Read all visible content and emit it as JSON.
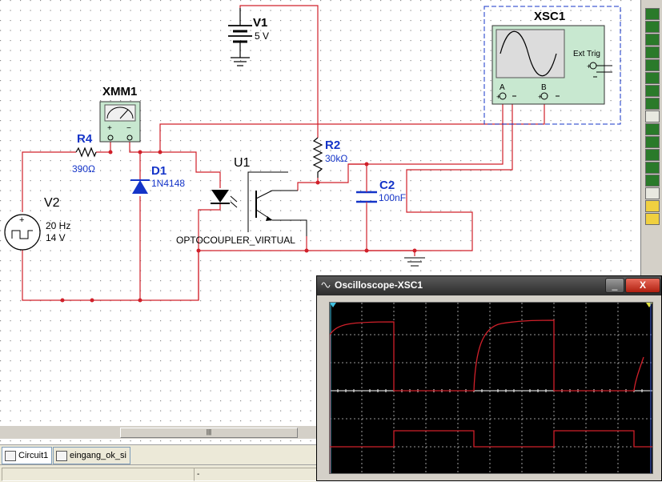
{
  "schematic": {
    "v1": {
      "ref": "V1",
      "value": "5 V"
    },
    "xsc1": {
      "ref": "XSC1",
      "ext_trig": "Ext Trig",
      "ch_a": "A",
      "ch_b": "B"
    },
    "xmm1": {
      "ref": "XMM1"
    },
    "r4": {
      "ref": "R4",
      "value": "390Ω"
    },
    "d1": {
      "ref": "D1",
      "value": "1N4148"
    },
    "u1": {
      "ref": "U1",
      "value": "OPTOCOUPLER_VIRTUAL"
    },
    "r2": {
      "ref": "R2",
      "value": "30kΩ"
    },
    "c2": {
      "ref": "C2",
      "value": "100nF"
    },
    "v2": {
      "ref": "V2",
      "freq": "20 Hz",
      "amp": "14 V"
    }
  },
  "tabs": [
    {
      "label": "Circuit1"
    },
    {
      "label": "eingang_ok_si"
    }
  ],
  "status": {
    "cell1": "-"
  },
  "oscilloscope": {
    "title": "Oscilloscope-XSC1",
    "close_label": "X",
    "minimize_label": "_"
  },
  "palette_icons": [
    "multimeter-icon",
    "function-generator-icon",
    "wattmeter-icon",
    "oscilloscope-icon",
    "four-channel-scope-icon",
    "bode-plotter-icon",
    "frequency-counter-icon",
    "word-generator-icon",
    "logic-analyzer-icon",
    "logic-converter-icon",
    "iv-analyzer-icon",
    "distortion-analyzer-icon",
    "spectrum-analyzer-icon",
    "network-analyzer-icon",
    "agilent-icon",
    "labview-icon",
    "probe-icon"
  ],
  "colors": {
    "wire": "#d0202a",
    "component": "#1434c8",
    "trace_a": "#d0202a",
    "trace_b": "#d0202a",
    "grid": "#c8c8c8"
  }
}
